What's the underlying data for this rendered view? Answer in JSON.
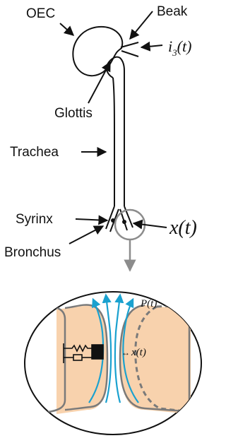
{
  "labels": {
    "oec": "OEC",
    "beak": "Beak",
    "i3": "i",
    "i3_sub": "3",
    "i3_arg": "(t)",
    "glottis": "Glottis",
    "trachea": "Trachea",
    "syrinx": "Syrinx",
    "bronchus": "Bronchus",
    "x_main": "x(t)",
    "p_inset": "P(t)",
    "x_inset": "x(t)"
  },
  "colors": {
    "stroke": "#111111",
    "tissue_fill": "#f8d2ad",
    "tissue_outline": "#7a7a7a",
    "flow_arrows": "#1aa1cf",
    "circle_gray": "#8c8c8c",
    "mass": "#111111"
  }
}
